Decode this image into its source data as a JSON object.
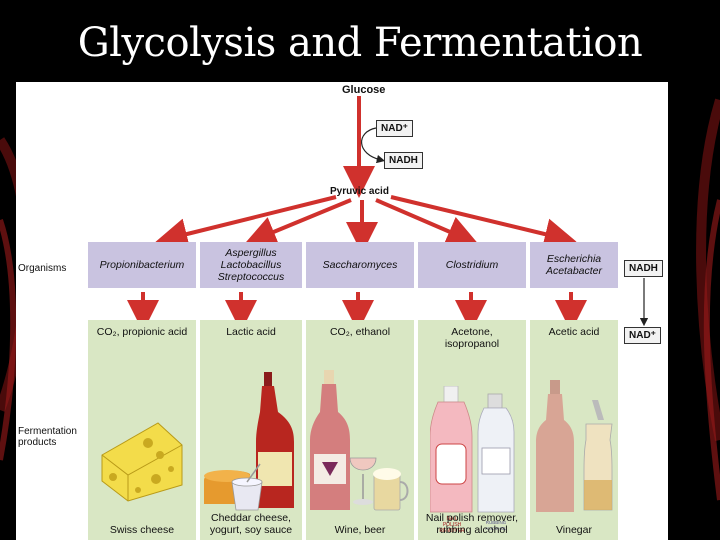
{
  "title": "Glycolysis and Fermentation",
  "diagram": {
    "glucose": "Glucose",
    "nad_plus": "NAD⁺",
    "nadh": "NADH",
    "pyruvic_acid": "Pyruvic acid",
    "organisms_label": "Organisms",
    "fermentation_label": "Fermentation\nproducts",
    "right_nadh": "NADH",
    "right_nad_plus": "NAD⁺",
    "columns": [
      {
        "organism": "Propionibacterium",
        "product": "CO₂, propionic acid",
        "food": "Swiss cheese",
        "image": "swiss-cheese"
      },
      {
        "organism": "Aspergillus\nLactobacillus\nStreptococcus",
        "product": "Lactic acid",
        "food": "Cheddar cheese,\nyogurt, soy sauce",
        "image": "cheddar-yogurt-soy-sauce"
      },
      {
        "organism": "Saccharomyces",
        "product": "CO₂, ethanol",
        "food": "Wine, beer",
        "image": "wine-beer"
      },
      {
        "organism": "Clostridium",
        "product": "Acetone,\nisopropanol",
        "food": "Nail polish remover,\nrubbing alcohol",
        "image": "nail-polish-remover-rubbing-alcohol"
      },
      {
        "organism": "Escherichia\nAcetabacter",
        "product": "Acetic acid",
        "food": "Vinegar",
        "image": "vinegar"
      }
    ],
    "bottle_labels": {
      "nail": "NAIL\nPOLISH\nREMOVER",
      "rubbing": "RUBBING\nALCOHOL"
    }
  },
  "colors": {
    "organism_box": "#c9c3e0",
    "product_column": "#d9e7c4",
    "arrow_red": "#d0312d"
  }
}
